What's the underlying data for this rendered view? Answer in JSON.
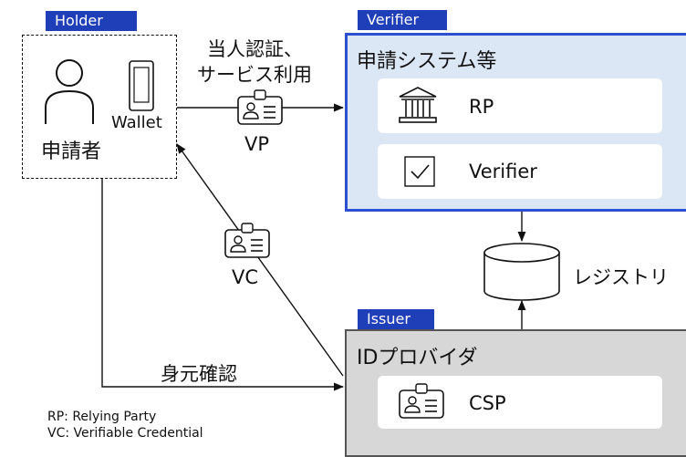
{
  "holder": {
    "tag": "Holder",
    "applicant": "申請者",
    "wallet": "Wallet"
  },
  "verifier": {
    "tag": "Verifier",
    "system_title": "申請システム等",
    "rp_label": "RP",
    "verifier_label": "Verifier"
  },
  "issuer": {
    "tag": "Issuer",
    "title": "IDプロバイダ",
    "csp_label": "CSP"
  },
  "flows": {
    "auth_line1": "当人認証、",
    "auth_line2": "サービス利用",
    "vp": "VP",
    "vc": "VC",
    "identity_check": "身元確認"
  },
  "registry": "レジストリ",
  "legend": {
    "rp": "RP: Relying Party",
    "vc": "VC: Verifiable Credential"
  },
  "icons": [
    "person-icon",
    "phone-icon",
    "id-card-icon",
    "bank-icon",
    "checkbox-icon",
    "database-icon"
  ],
  "colors": {
    "tag_blue": "#1f3fb8",
    "verifier_fill": "#dce7f6",
    "verifier_border": "#2c4fcf",
    "issuer_fill": "#d7d7d7"
  }
}
